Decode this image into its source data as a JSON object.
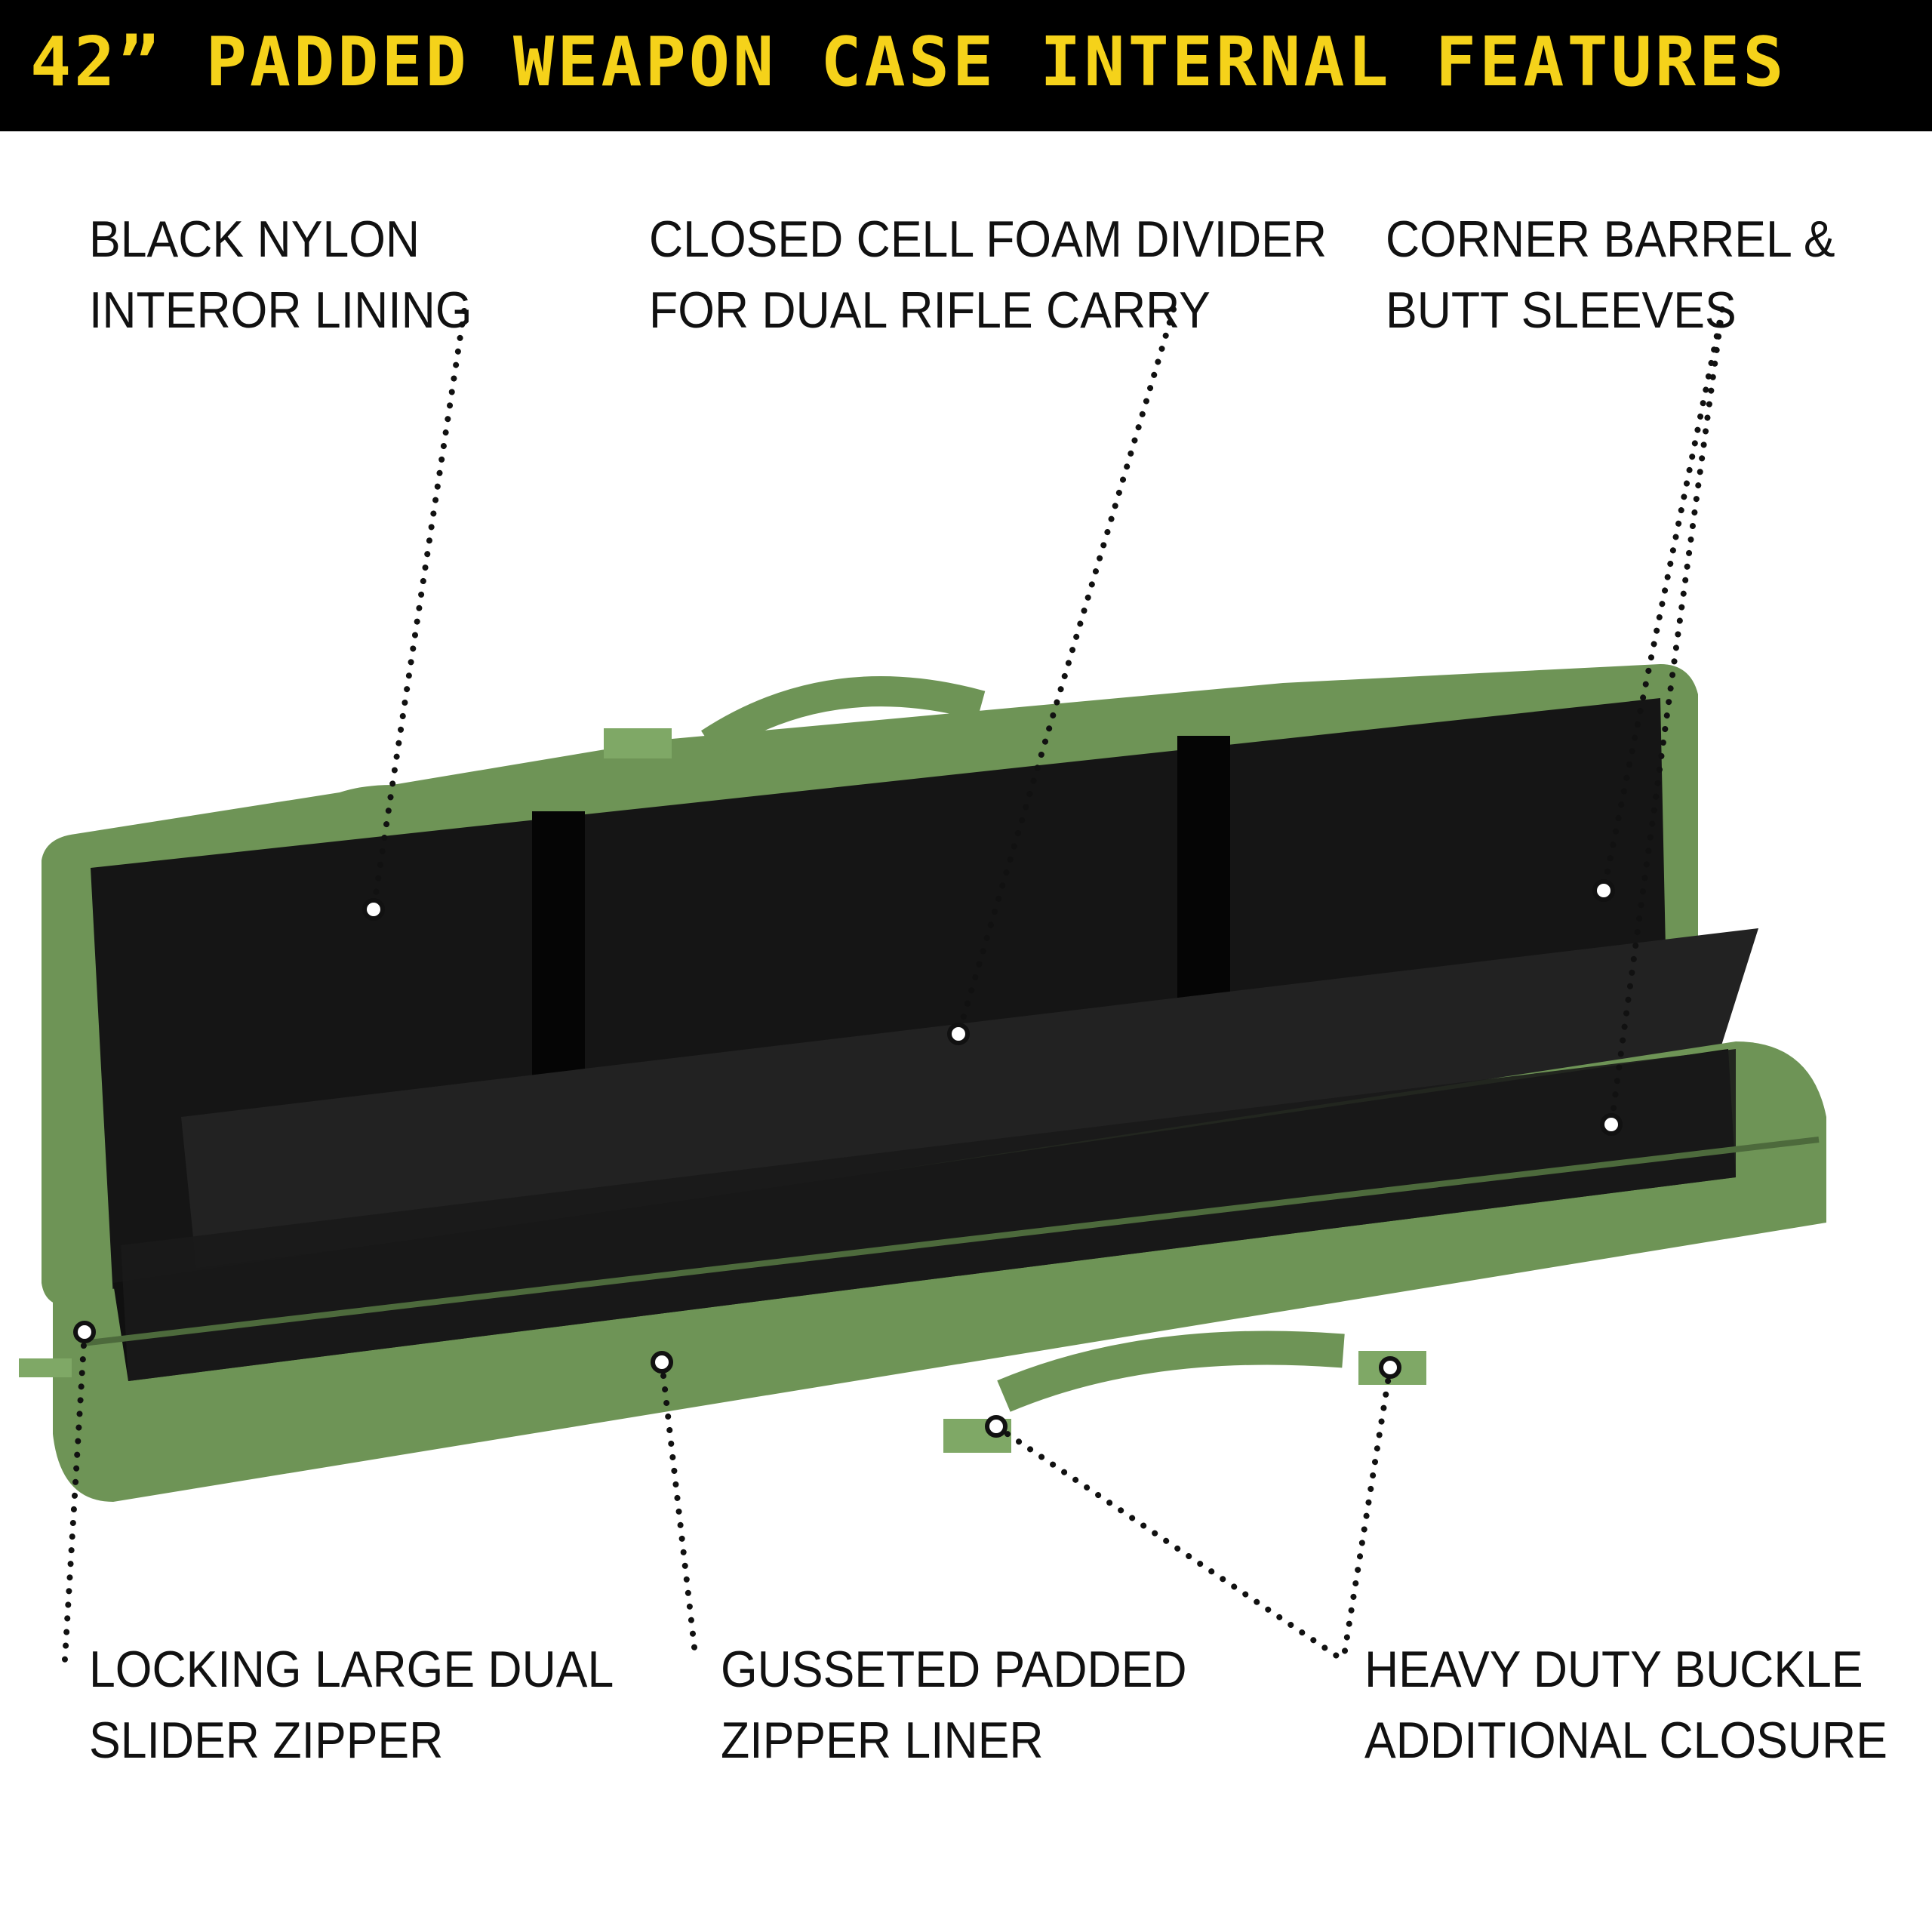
{
  "title": {
    "text": "42” PADDED WEAPON CASE INTERNAL FEATURES",
    "color": "#f5d21a",
    "background": "#000000"
  },
  "product": {
    "case_color": "#6e9456",
    "lining_color": "#151515"
  },
  "features": [
    {
      "line1": "BLACK NYLON",
      "line2": "INTEROR LINING"
    },
    {
      "line1": "CLOSED CELL FOAM DIVIDER",
      "line2": "FOR DUAL RIFLE CARRY"
    },
    {
      "line1": "CORNER BARREL &",
      "line2": "BUTT SLEEVES"
    },
    {
      "line1": "LOCKING LARGE DUAL",
      "line2": "SLIDER ZIPPER"
    },
    {
      "line1": "GUSSETED PADDED",
      "line2": "ZIPPER LINER"
    },
    {
      "line1": "HEAVY DUTY BUCKLE",
      "line2": "ADDITIONAL CLOSURE"
    }
  ]
}
